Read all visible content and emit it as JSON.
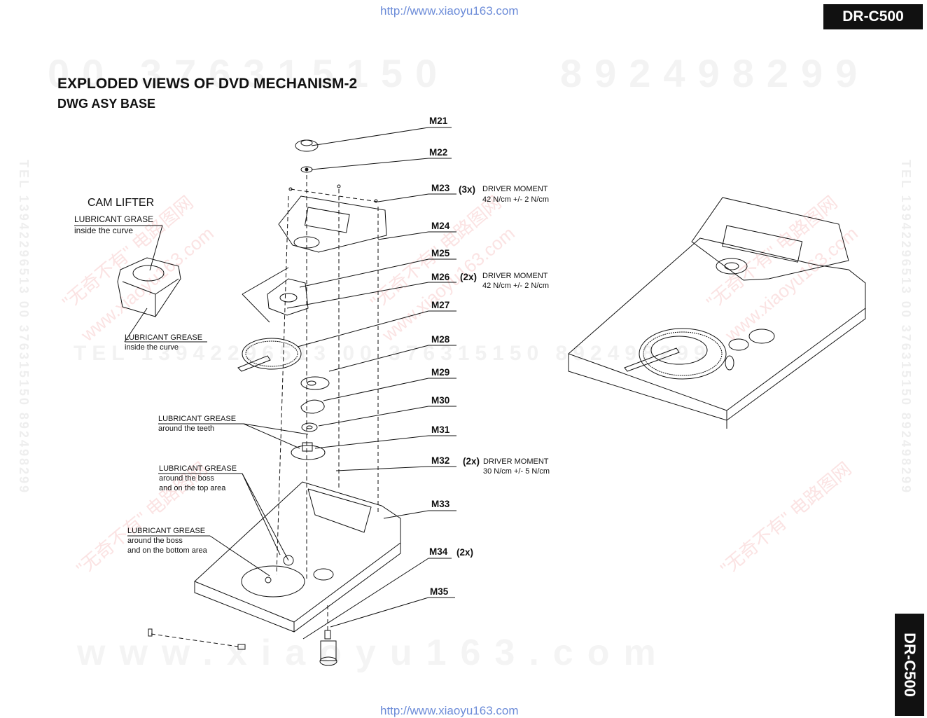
{
  "header": {
    "url_top": "http://www.xiaoyu163.com",
    "url_bottom": "http://www.xiaoyu163.com",
    "model": "DR-C500",
    "model_side": "DR-C500"
  },
  "title": "EXPLODED VIEWS OF DVD MECHANISM-2",
  "subtitle": "DWG ASY BASE",
  "cam_lifter": {
    "title": "CAM LIFTER",
    "note1_line1": "LUBRICANT GRASE",
    "note1_line2": "inside the curve",
    "note2_line1": "LUBRICANT GREASE",
    "note2_line2": "inside the curve"
  },
  "grease_notes": {
    "teeth_line1": "LUBRICANT GREASE",
    "teeth_line2": "around the teeth",
    "top_line1": "LUBRICANT GREASE",
    "top_line2": "around the boss",
    "top_line3": "and on the top area",
    "bottom_line1": "LUBRICANT GREASE",
    "bottom_line2": "around the boss",
    "bottom_line3": "and on the bottom area"
  },
  "parts": {
    "m21": "M21",
    "m22": "M22",
    "m23": "M23",
    "m24": "M24",
    "m25": "M25",
    "m26": "M26",
    "m27": "M27",
    "m28": "M28",
    "m29": "M29",
    "m30": "M30",
    "m31": "M31",
    "m32": "M32",
    "m33": "M33",
    "m34": "M34",
    "m35": "M35"
  },
  "quantities": {
    "m23": "(3x)",
    "m26": "(2x)",
    "m32": "(2x)",
    "m34": "(2x)"
  },
  "torque": {
    "m23_line1": "DRIVER MOMENT",
    "m23_line2": "42 N/cm +/- 2 N/cm",
    "m26_line1": "DRIVER MOMENT",
    "m26_line2": "42 N/cm +/- 2 N/cm",
    "m32_line1": "DRIVER MOMENT",
    "m32_line2": "30 N/cm +/- 5 N/cm"
  },
  "watermarks": {
    "num_left": "00 376315150",
    "num_right": "892498299",
    "bottom": "www.xiaoyu163.com",
    "diag1": "\"无奇不有\" 电路图网",
    "diag2": "www.xiaoyu163.com",
    "side_left": "TEL 13942296513 00 376315150 892498299",
    "side_right": "TEL 13942296513 00 376315150 892498299",
    "mid": "TEL 13942296513 00 376315150 892498299"
  }
}
